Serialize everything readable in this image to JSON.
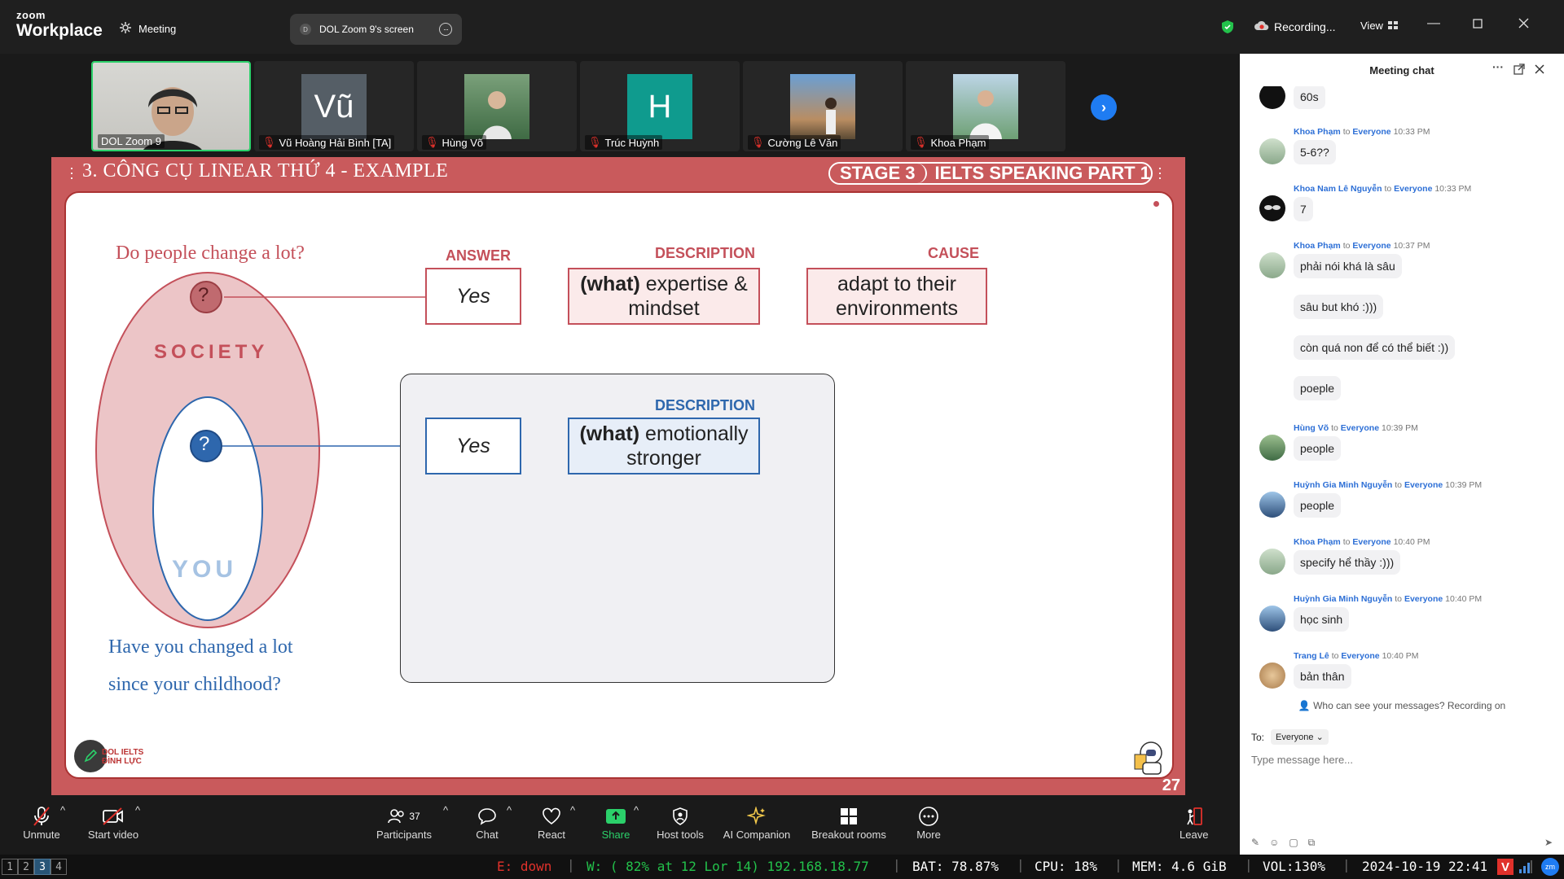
{
  "titlebar": {
    "logo_line1": "zoom",
    "logo_line2": "Workplace",
    "meeting_label": "Meeting",
    "screen_tab_initial": "D",
    "screen_tab": "DOL Zoom 9's screen",
    "recording": "Recording...",
    "view": "View"
  },
  "participants_strip": [
    {
      "name": "DOL Zoom 9",
      "type": "video",
      "muted": false
    },
    {
      "name": "Vũ Hoàng Hải Bình [TA]",
      "type": "initials",
      "initials": "Vũ",
      "muted": true
    },
    {
      "name": "Hùng Võ",
      "type": "photo",
      "muted": true
    },
    {
      "name": "Trúc Huỳnh",
      "type": "initials",
      "initials": "H",
      "muted": true
    },
    {
      "name": "Cường Lê Văn",
      "type": "photo",
      "muted": true
    },
    {
      "name": "Khoa Phạm",
      "type": "photo",
      "muted": true
    }
  ],
  "slide": {
    "title": "3. CÔNG CỤ LINEAR THỨ 4 - EXAMPLE",
    "stage": "STAGE 3",
    "part": "IELTS SPEAKING PART 1",
    "q_society": "Do people change a lot?",
    "society": "SOCIETY",
    "you": "YOU",
    "q_you_line1": "Have you changed a lot",
    "q_you_line2": "since your childhood?",
    "answer_label": "ANSWER",
    "description_label": "DESCRIPTION",
    "cause_label": "CAUSE",
    "answer1": "Yes",
    "desc1_bold": "(what)",
    "desc1_rest": " expertise & mindset",
    "cause1": "adapt to their environments",
    "description_label2": "DESCRIPTION",
    "answer2": "Yes",
    "desc2_bold": "(what)",
    "desc2_rest": " emotionally stronger",
    "question_mark": "?",
    "brand_line1": "DOL IELTS",
    "brand_line2": "ĐÌNH LỰC",
    "page_number": "27"
  },
  "chat": {
    "title": "Meeting chat",
    "to_word": "to",
    "messages": [
      {
        "sender": "",
        "time": "",
        "text": "60s",
        "avatar": "dark",
        "show_meta": false
      },
      {
        "sender": "Khoa Phạm",
        "to": "Everyone",
        "time": "10:33 PM",
        "text": "5-6??",
        "avatar": "photo",
        "show_meta": true
      },
      {
        "sender": "Khoa Nam Lê Nguyễn",
        "to": "Everyone",
        "time": "10:33 PM",
        "text": "7",
        "avatar": "dark",
        "show_meta": true
      },
      {
        "sender": "Khoa Phạm",
        "to": "Everyone",
        "time": "10:37 PM",
        "text": "phải nói khá là sâu",
        "avatar": "photo",
        "show_meta": true
      },
      {
        "sender": "",
        "time": "",
        "text": "sâu but khó :)))",
        "avatar": "none",
        "show_meta": false
      },
      {
        "sender": "",
        "time": "",
        "text": "còn quá non để có thể biết :))",
        "avatar": "none",
        "show_meta": false
      },
      {
        "sender": "",
        "time": "",
        "text": "poeple",
        "avatar": "none",
        "show_meta": false
      },
      {
        "sender": "Hùng Võ",
        "to": "Everyone",
        "time": "10:39 PM",
        "text": "people",
        "avatar": "green",
        "show_meta": true
      },
      {
        "sender": "Huỳnh Gia Minh Nguyễn",
        "to": "Everyone",
        "time": "10:39 PM",
        "text": "people",
        "avatar": "blue",
        "show_meta": true
      },
      {
        "sender": "Khoa Phạm",
        "to": "Everyone",
        "time": "10:40 PM",
        "text": "specify hể thầy :)))",
        "avatar": "photo",
        "show_meta": true
      },
      {
        "sender": "Huỳnh Gia Minh Nguyễn",
        "to": "Everyone",
        "time": "10:40 PM",
        "text": "học sinh",
        "avatar": "blue",
        "show_meta": true
      },
      {
        "sender": "Trang Lê",
        "to": "Everyone",
        "time": "10:40 PM",
        "text": "bản thân",
        "avatar": "cat",
        "show_meta": true
      }
    ],
    "who_can_see": "Who can see your messages? Recording on",
    "to_label": "To:",
    "to_value": "Everyone",
    "input_placeholder": "Type message here..."
  },
  "toolbar": {
    "unmute": "Unmute",
    "start_video": "Start video",
    "participants": "Participants",
    "participants_count": "37",
    "chat": "Chat",
    "react": "React",
    "share": "Share",
    "host_tools": "Host tools",
    "ai_companion": "AI Companion",
    "breakout_rooms": "Breakout rooms",
    "more": "More",
    "leave": "Leave"
  },
  "statusbar": {
    "workspaces": [
      "1",
      "2",
      "3",
      "4"
    ],
    "current_workspace": "3",
    "eth": "E: down",
    "wifi": "W: ( 82% at 12 Lor 14) 192.168.18.77",
    "bat": "BAT: 78.87%",
    "cpu": "CPU: 18%",
    "mem": "MEM: 4.6 GiB",
    "vol": "VOL:130%",
    "datetime": "2024-10-19 22:41",
    "v_badge": "V"
  },
  "colors": {
    "slide_red": "#c95a5c",
    "accent_blue": "#2e67ad",
    "zoom_blue": "#1f7cf2",
    "share_green": "#2bd06a",
    "status_green": "#23c24b",
    "status_red": "#e0312b"
  }
}
